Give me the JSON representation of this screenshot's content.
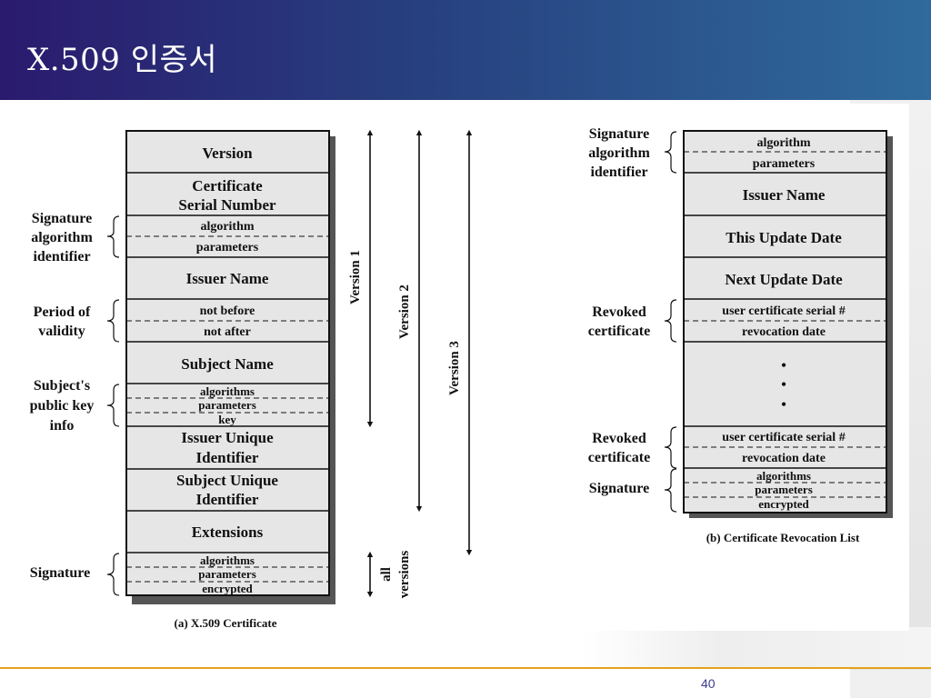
{
  "slide": {
    "title": "X.509 인증서",
    "page_number": "40"
  },
  "colors": {
    "banner_start": "#2a1a6e",
    "banner_end": "#2f6a9c",
    "footer_rule": "#e3a21a",
    "field_fill": "#e6e6e6"
  },
  "x509": {
    "fields": {
      "version": "Version",
      "serial_1": "Certificate",
      "serial_2": "Serial Number",
      "sig_algorithm": "algorithm",
      "sig_parameters": "parameters",
      "issuer_name": "Issuer Name",
      "not_before": "not before",
      "not_after": "not after",
      "subject_name": "Subject Name",
      "pk_algorithms": "algorithms",
      "pk_parameters": "parameters",
      "pk_key": "key",
      "issuer_uid_1": "Issuer Unique",
      "issuer_uid_2": "Identifier",
      "subject_uid_1": "Subject Unique",
      "subject_uid_2": "Identifier",
      "extensions": "Extensions",
      "signature_algorithms": "algorithms",
      "signature_parameters": "parameters",
      "signature_encrypted": "encrypted"
    },
    "labels": {
      "sig_alg_1": "Signature",
      "sig_alg_2": "algorithm",
      "sig_alg_3": "identifier",
      "validity_1": "Period of",
      "validity_2": "validity",
      "pubkey_1": "Subject's",
      "pubkey_2": "public key",
      "pubkey_3": "info",
      "signature": "Signature"
    },
    "versions": {
      "v1": "Version 1",
      "v2": "Version 2",
      "v3": "Version 3",
      "all_1": "all",
      "all_2": "versions"
    },
    "caption": "(a) X.509 Certificate"
  },
  "crl": {
    "fields": {
      "algorithm": "algorithm",
      "parameters": "parameters",
      "issuer_name": "Issuer Name",
      "this_update": "This Update Date",
      "next_update": "Next Update Date",
      "revoked1_serial": "user certificate serial #",
      "revoked1_date": "revocation date",
      "ellipsis": "•",
      "revoked2_serial": "user certificate serial #",
      "revoked2_date": "revocation date",
      "sig_algorithms": "algorithms",
      "sig_parameters": "parameters",
      "sig_encrypted": "encrypted"
    },
    "labels": {
      "sig_alg_1": "Signature",
      "sig_alg_2": "algorithm",
      "sig_alg_3": "identifier",
      "revoked1_1": "Revoked",
      "revoked1_2": "certificate",
      "revoked2_1": "Revoked",
      "revoked2_2": "certificate",
      "signature": "Signature"
    },
    "caption": "(b) Certificate Revocation List"
  }
}
